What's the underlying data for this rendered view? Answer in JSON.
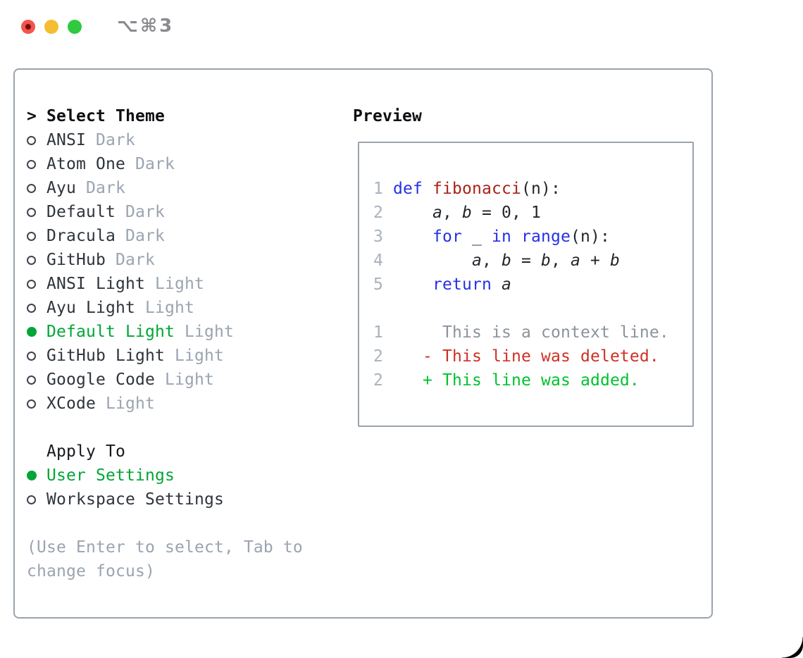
{
  "window": {
    "title": "⌥⌘3"
  },
  "theme_panel": {
    "prompt": ">",
    "title": "Select Theme",
    "items": [
      {
        "label": "ANSI",
        "variant": "Dark",
        "selected": false
      },
      {
        "label": "Atom One",
        "variant": "Dark",
        "selected": false
      },
      {
        "label": "Ayu",
        "variant": "Dark",
        "selected": false
      },
      {
        "label": "Default",
        "variant": "Dark",
        "selected": false
      },
      {
        "label": "Dracula",
        "variant": "Dark",
        "selected": false
      },
      {
        "label": "GitHub",
        "variant": "Dark",
        "selected": false
      },
      {
        "label": "ANSI Light",
        "variant": "Light",
        "selected": false
      },
      {
        "label": "Ayu Light",
        "variant": "Light",
        "selected": false
      },
      {
        "label": "Default Light",
        "variant": "Light",
        "selected": true
      },
      {
        "label": "GitHub Light",
        "variant": "Light",
        "selected": false
      },
      {
        "label": "Google Code",
        "variant": "Light",
        "selected": false
      },
      {
        "label": "XCode",
        "variant": "Light",
        "selected": false
      }
    ],
    "apply_to": {
      "title": "Apply To",
      "options": [
        {
          "label": "User Settings",
          "selected": true
        },
        {
          "label": "Workspace Settings",
          "selected": false
        }
      ]
    },
    "hint_lines": [
      "(Use Enter to select, Tab to",
      "change focus)"
    ]
  },
  "preview_panel": {
    "title": "Preview",
    "code_lines": [
      {
        "num": "1",
        "tokens": [
          [
            "kw",
            "def"
          ],
          [
            "pl",
            " "
          ],
          [
            "fn",
            "fibonacci"
          ],
          [
            "pl",
            "(n):"
          ]
        ]
      },
      {
        "num": "2",
        "tokens": [
          [
            "pl",
            "    "
          ],
          [
            "var",
            "a"
          ],
          [
            "pl",
            ", "
          ],
          [
            "var",
            "b"
          ],
          [
            "pl",
            " = 0, 1"
          ]
        ]
      },
      {
        "num": "3",
        "tokens": [
          [
            "pl",
            "    "
          ],
          [
            "kw",
            "for"
          ],
          [
            "pl",
            " _ "
          ],
          [
            "kw",
            "in"
          ],
          [
            "pl",
            " "
          ],
          [
            "kw",
            "range"
          ],
          [
            "pl",
            "(n):"
          ]
        ]
      },
      {
        "num": "4",
        "tokens": [
          [
            "pl",
            "        "
          ],
          [
            "var",
            "a"
          ],
          [
            "pl",
            ", "
          ],
          [
            "var",
            "b"
          ],
          [
            "pl",
            " = "
          ],
          [
            "var",
            "b"
          ],
          [
            "pl",
            ", "
          ],
          [
            "var",
            "a"
          ],
          [
            "pl",
            " + "
          ],
          [
            "var",
            "b"
          ]
        ]
      },
      {
        "num": "5",
        "tokens": [
          [
            "pl",
            "    "
          ],
          [
            "kw",
            "return"
          ],
          [
            "pl",
            " "
          ],
          [
            "var",
            "a"
          ]
        ]
      }
    ],
    "diff_lines": [
      {
        "num": "1",
        "kind": "context",
        "text": "     This is a context line."
      },
      {
        "num": "2",
        "kind": "deleted",
        "text": "   - This line was deleted."
      },
      {
        "num": "2",
        "kind": "added",
        "text": "   + This line was added."
      }
    ]
  },
  "colors": {
    "accent_green": "#00a636",
    "added_green": "#00c22e",
    "deleted_red": "#ce3023",
    "keyword_blue": "#2430e8",
    "function_red": "#a82318",
    "context_gray": "#8d939b",
    "muted_gray": "#9aa4b1",
    "line_number_gray": "#a8b2bd",
    "border_gray": "#9aa3ad",
    "traffic_red": "#f4544c",
    "traffic_yellow": "#f5bd30",
    "traffic_green": "#30c940"
  }
}
